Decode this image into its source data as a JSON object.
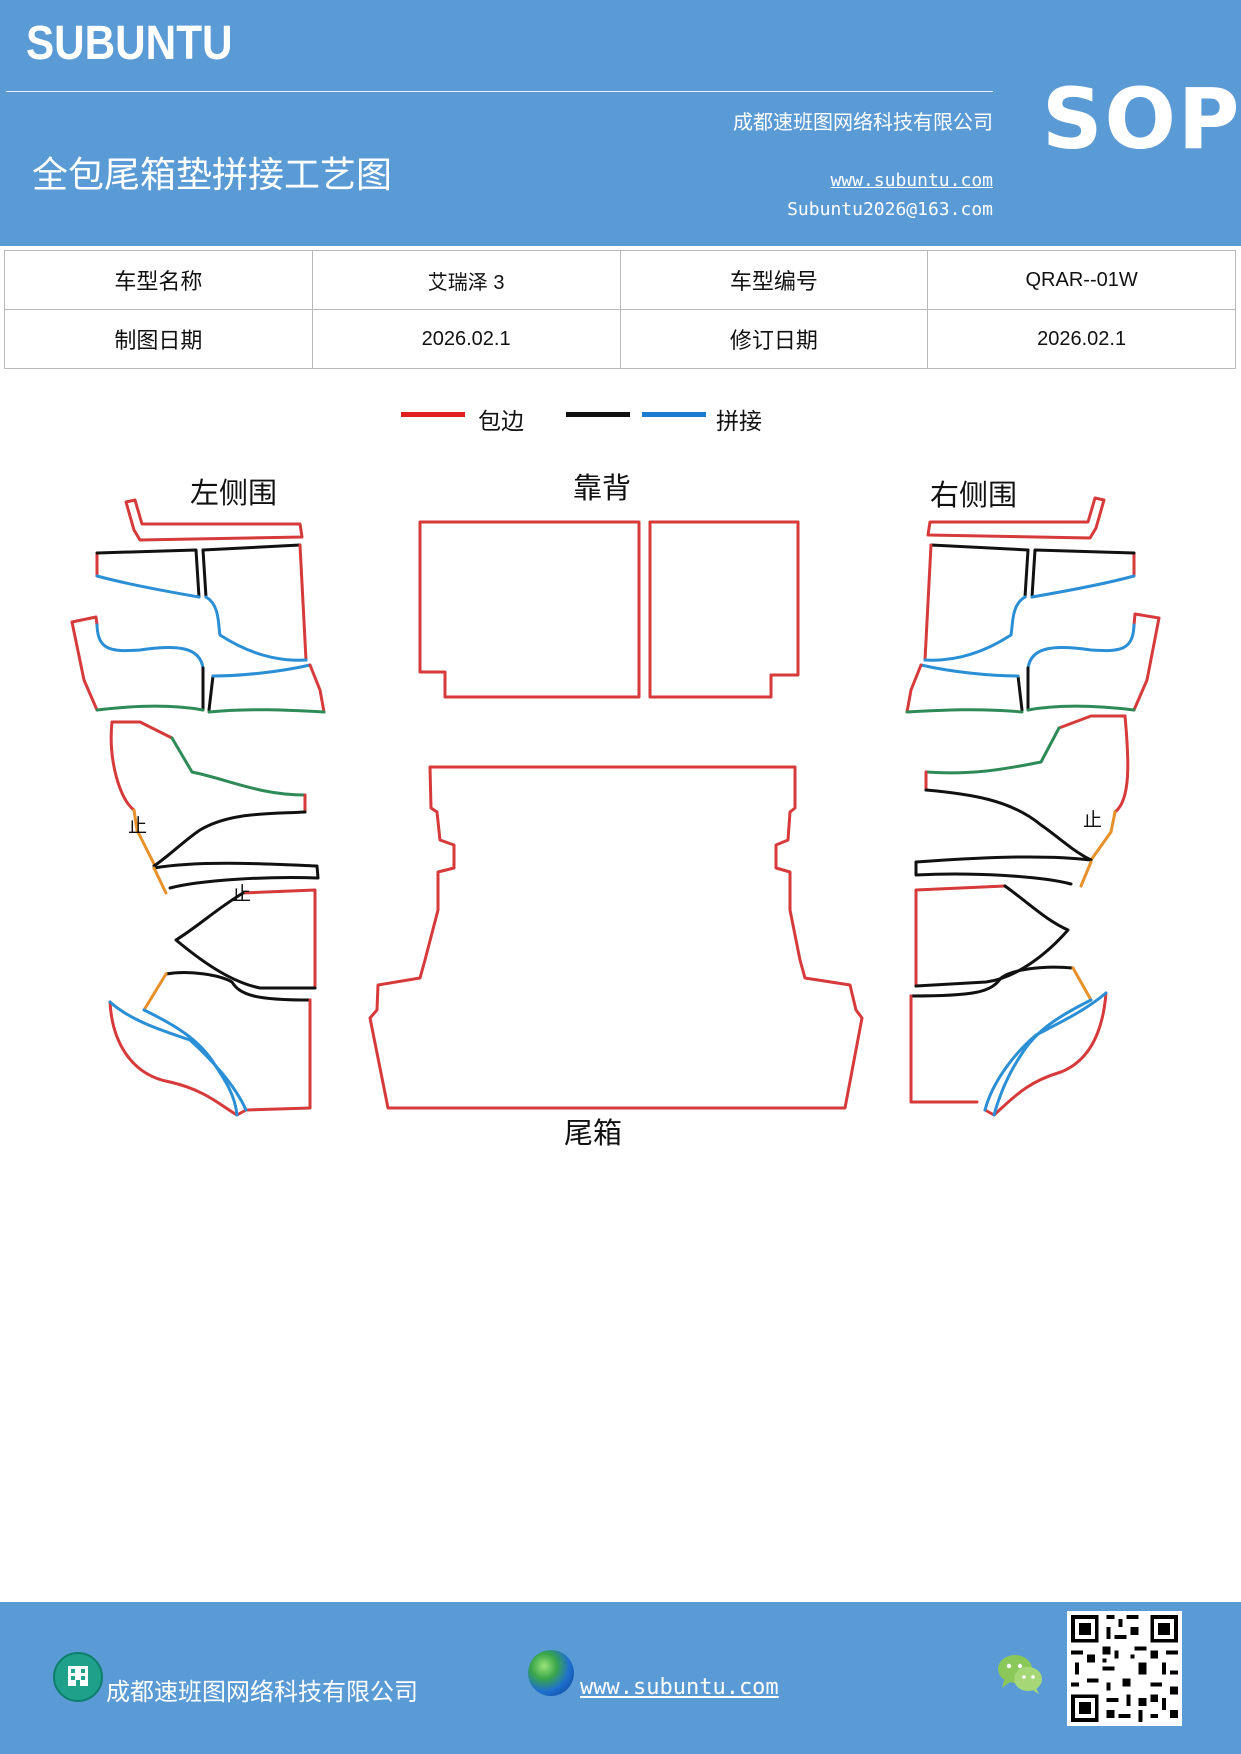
{
  "header": {
    "brand": "SUBUNTU",
    "company": "成都速班图网络科技有限公司",
    "title": "全包尾箱垫拼接工艺图",
    "website": "www.subuntu.com",
    "email": "Subuntu2026@163.com",
    "sop": "SOP"
  },
  "info_table": {
    "row1": {
      "label1": "车型名称",
      "value1": "艾瑞泽 3",
      "label2": "车型编号",
      "value2": "QRAR--01W"
    },
    "row2": {
      "label1": "制图日期",
      "value1": "2026.02.1",
      "label2": "修订日期",
      "value2": "2026.02.1"
    }
  },
  "legend": {
    "items": [
      {
        "label": "包边",
        "color": "#e02020"
      },
      {
        "label": "",
        "color": "#111111"
      },
      {
        "label": "拼接",
        "color": "#1a7ccf"
      }
    ]
  },
  "diagram": {
    "labels": {
      "left_side": "左侧围",
      "back": "靠背",
      "right_side": "右侧围",
      "trunk": "尾箱",
      "stop": "止"
    },
    "colors": {
      "edge": "#d63a3a",
      "black": "#111111",
      "blue": "#2b8fd6",
      "green": "#2e8b57",
      "orange": "#e8912a"
    }
  },
  "footer": {
    "company": "成都速班图网络科技有限公司",
    "website": "www.subuntu.com",
    "icons": [
      "building-icon",
      "globe-icon",
      "wechat-icon",
      "qr-code"
    ]
  }
}
